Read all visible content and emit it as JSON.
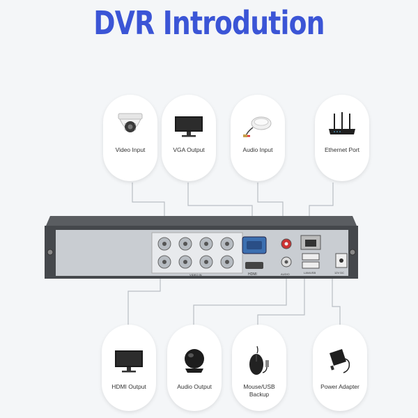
{
  "title": "DVR Introdution",
  "top_items": [
    {
      "label": "Video Input",
      "icon": "dome-camera-icon"
    },
    {
      "label": "VGA Output",
      "icon": "monitor-icon"
    },
    {
      "label": "Audio Input",
      "icon": "microphone-icon"
    },
    {
      "label": "Ethernet Port",
      "icon": "router-icon"
    }
  ],
  "bottom_items": [
    {
      "label": "HDMI Output",
      "icon": "tv-icon"
    },
    {
      "label": "Audio Output",
      "icon": "speaker-icon"
    },
    {
      "label": "Mouse/USB Backup",
      "icon": "mouse-icon"
    },
    {
      "label": "Power Adapter",
      "icon": "power-adapter-icon"
    }
  ],
  "panel_labels": {
    "video_in": "VIDEO IN",
    "hdmi": "HDMI",
    "audio": "AUDIO",
    "lan_usb": "LAN/USB",
    "dc": "12V DC"
  },
  "colors": {
    "title": "#3b55d6",
    "lines": "#b9bec4",
    "panel": "#c9cdd2",
    "body": "#4b4e52"
  }
}
